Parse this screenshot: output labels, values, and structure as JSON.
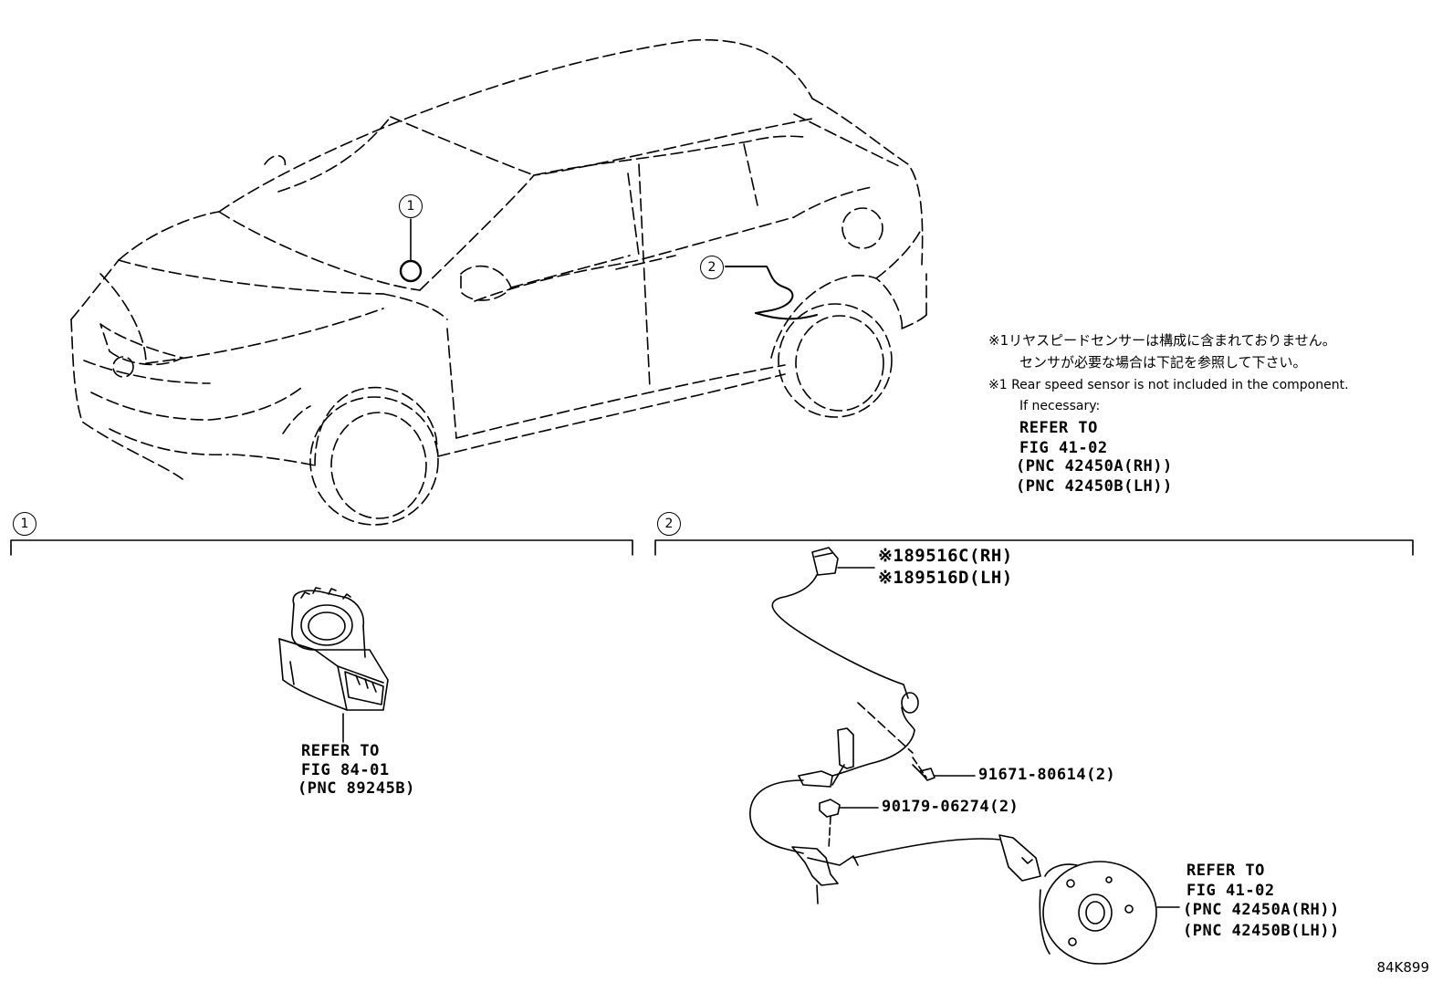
{
  "callouts": {
    "one": "1",
    "two": "2"
  },
  "note": {
    "jp_line1": "※1リヤスピードセンサーは構成に含まれておりません。",
    "jp_line2": "センサが必要な場合は下記を参照して下さい。",
    "en_line1": "※1 Rear speed sensor is not included in the component.",
    "en_line2": "If necessary:",
    "ref_line1": "REFER TO",
    "ref_line2": "FIG 41-02",
    "ref_line3": "(PNC 42450A(RH))",
    "ref_line4": "(PNC 42450B(LH))"
  },
  "section1": {
    "ref_line1": "REFER TO",
    "ref_line2": "FIG 84-01",
    "ref_line3": "(PNC 89245B)"
  },
  "section2": {
    "part_rh": "※189516C(RH)",
    "part_lh": "※189516D(LH)",
    "bolt": "91671-80614(2)",
    "nut": "90179-06274(2)",
    "hub_ref_line1": "REFER TO",
    "hub_ref_line2": "FIG 41-02",
    "hub_ref_line3": "(PNC 42450A(RH))",
    "hub_ref_line4": "(PNC 42450B(LH))"
  },
  "diagram_code": "84K899"
}
